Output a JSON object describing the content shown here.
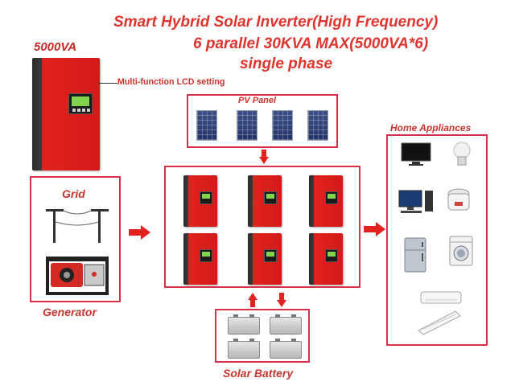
{
  "title": {
    "line1": "Smart Hybrid Solar Inverter(High Frequency)",
    "line2": "6 parallel 30KVA MAX(5000VA*6)",
    "line3": "single phase"
  },
  "labels": {
    "capacity": "5000VA",
    "lcd_setting": "Multi-function LCD setting",
    "pv_panel": "PV Panel",
    "home_appliances": "Home Appliances",
    "grid": "Grid",
    "generator": "Generator",
    "solar_battery": "Solar Battery"
  },
  "colors": {
    "accent_red": "#e1221f",
    "frame_border": "#d6304a",
    "lcd_green": "#7fd44a"
  },
  "icons": {
    "grid": "power-pole-icon",
    "generator": "generator-icon",
    "pv": "solar-panel-icon",
    "battery": "battery-icon",
    "appliances": [
      "tv-icon",
      "light-bulb-icon",
      "desktop-computer-icon",
      "rice-cooker-icon",
      "refrigerator-icon",
      "washing-machine-icon",
      "air-conditioner-icon",
      "air-conditioner-icon"
    ]
  }
}
